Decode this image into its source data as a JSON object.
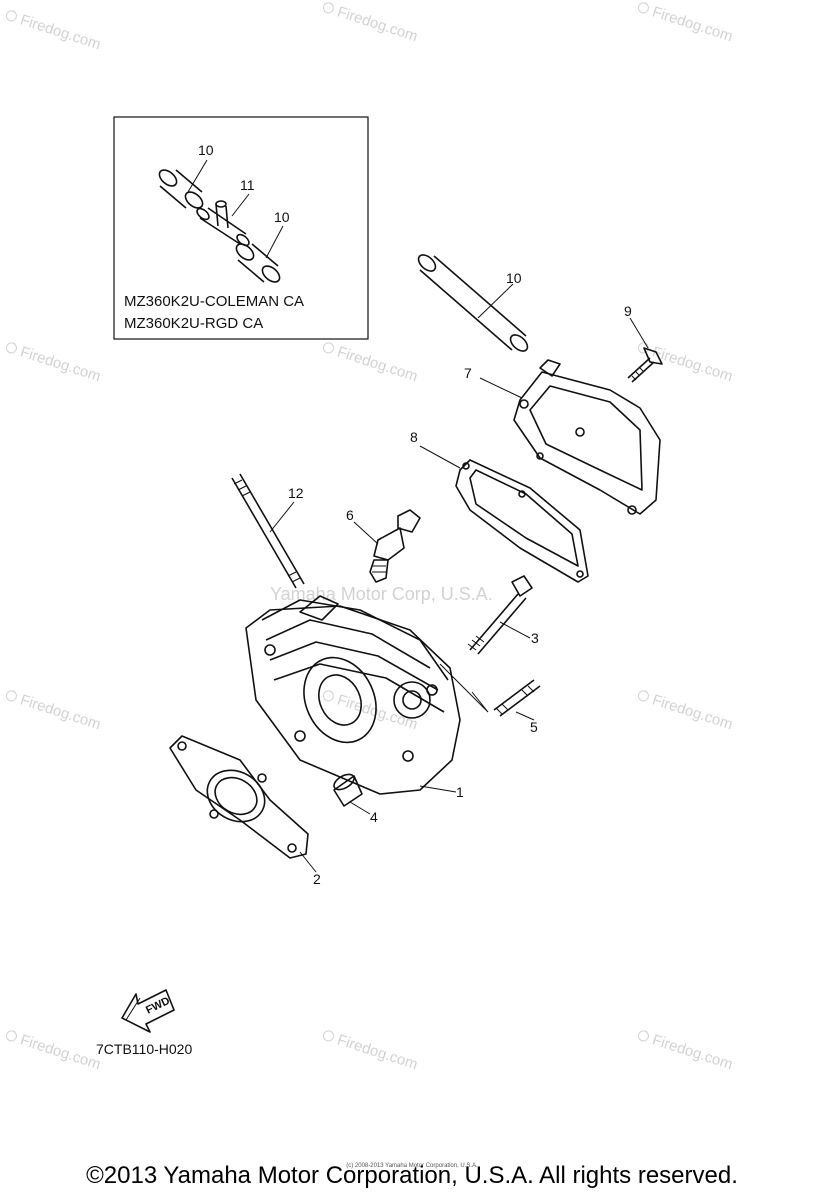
{
  "watermark": {
    "brand": "Firedog.com",
    "center": "Yamaha Motor Corp, U.S.A."
  },
  "inset": {
    "models": [
      "MZ360K2U-COLEMAN CA",
      "MZ360K2U-RGD CA"
    ],
    "callouts": [
      "10",
      "11",
      "10"
    ]
  },
  "callouts": {
    "p1": "1",
    "p2": "2",
    "p3": "3",
    "p4": "4",
    "p5": "5",
    "p6": "6",
    "p7": "7",
    "p8": "8",
    "p9": "9",
    "p10": "10",
    "p12": "12"
  },
  "fwd_label": "FWD",
  "diagram_code": "7CTB110-H020",
  "footer": {
    "copyright": "©2013 Yamaha Motor Corporation, U.S.A. All rights reserved.",
    "fine_print": "(c) 2008-2013 Yamaha Motor Corporation, U.S.A."
  }
}
